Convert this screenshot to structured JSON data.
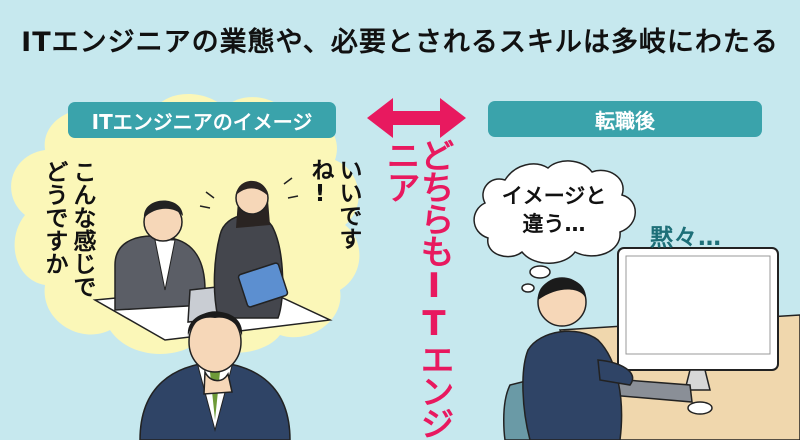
{
  "title": "ITエンジニアの業態や、必要とされるスキルは多岐にわたる",
  "left_label": "ITエンジニアのイメージ",
  "right_label": "転職後",
  "center_text": "どちらもITエンジニア",
  "left_speech_1": "こんな感じでどうですか",
  "left_speech_2": "いいですね!",
  "thought_line_1": "イメージと",
  "thought_line_2": "違う…",
  "silence_text": "黙々…",
  "colors": {
    "background": "#c6e8ee",
    "label_pill": "#3aa3ab",
    "accent_pink": "#e8195f",
    "cloud": "#fbf7b8",
    "silence_teal": "#1d6f78"
  },
  "icons": [
    "double-arrow-icon",
    "thought-bubble-icon",
    "monitor-icon"
  ]
}
